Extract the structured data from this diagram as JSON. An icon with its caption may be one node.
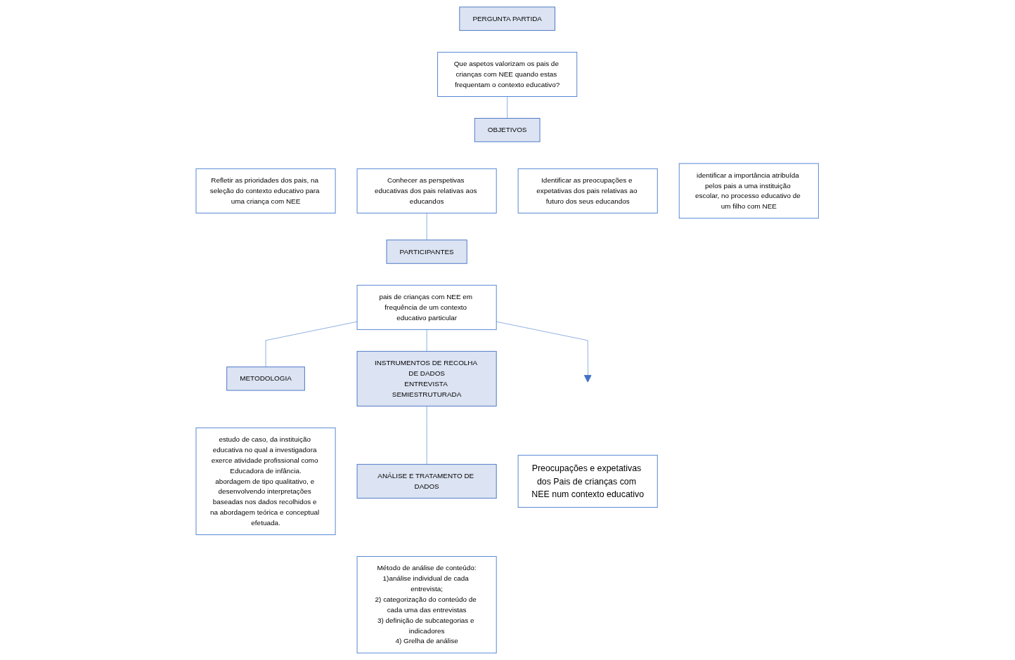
{
  "diagram": {
    "nodes": [
      {
        "text": [
          "PERGUNTA PARTIDA"
        ]
      },
      {
        "text": [
          "Que aspetos valorizam os pais de crianças com NEE quando estas frequentam o contexto educativo?"
        ]
      },
      {
        "text": [
          "OBJETIVOS"
        ]
      },
      {
        "text": [
          "Refletir as prioridades dos pais, na seleção do contexto educativo para uma criança com NEE"
        ]
      },
      {
        "text": [
          "Conhecer as perspetivas educativas dos pais relativas aos educandos"
        ]
      },
      {
        "text": [
          "Identificar as preocupações e expetativas dos pais relativas ao futuro dos seus educandos"
        ]
      },
      {
        "text": [
          "identificar a importância atribuída pelos pais a uma instituição escolar, no processo educativo de um filho com NEE"
        ]
      },
      {
        "text": [
          "PARTICIPANTES"
        ]
      },
      {
        "text": [
          "pais de crianças com NEE em frequência de um contexto educativo particular"
        ]
      },
      {
        "text": [
          "METODOLOGIA"
        ]
      },
      {
        "text": [
          "estudo de caso, da instituição educativa no qual a investigadora exerce atividade profissional como Educadora de infância.",
          "abordagem de tipo qualitativo, e desenvolvendo interpretações baseadas nos dados recolhidos e na abordagem teórica e conceptual efetuada."
        ]
      },
      {
        "text": [
          "INSTRUMENTOS DE RECOLHA DE DADOS",
          "ENTREVISTA SEMIESTRUTURADA"
        ]
      },
      {
        "text": [
          "ANÁLISE E TRATAMENTO DE DADOS"
        ]
      },
      {
        "text": [
          "Método de análise de conteúdo:",
          "1)análise individual de cada entrevista;",
          "2) categorização do conteúdo de cada uma das entrevistas",
          "3) definição de subcategorias e indicadores",
          "4) Grelha de análise"
        ]
      },
      {
        "text": [],
        "shape": "triangle"
      },
      {
        "text": [
          "Preocupações e expetativas dos Pais de crianças com NEE num contexto educativo"
        ]
      }
    ],
    "edges": [
      {
        "from": 1,
        "to": 2,
        "arrow": "none"
      },
      {
        "from": 4,
        "to": 7,
        "arrow": "none"
      },
      {
        "from": 8,
        "to": 9,
        "arrow": "none"
      },
      {
        "from": 8,
        "to": 14,
        "arrow": "none"
      },
      {
        "from": 8,
        "to": 11,
        "arrow": "none"
      },
      {
        "from": 11,
        "to": 12,
        "arrow": "none"
      }
    ]
  }
}
